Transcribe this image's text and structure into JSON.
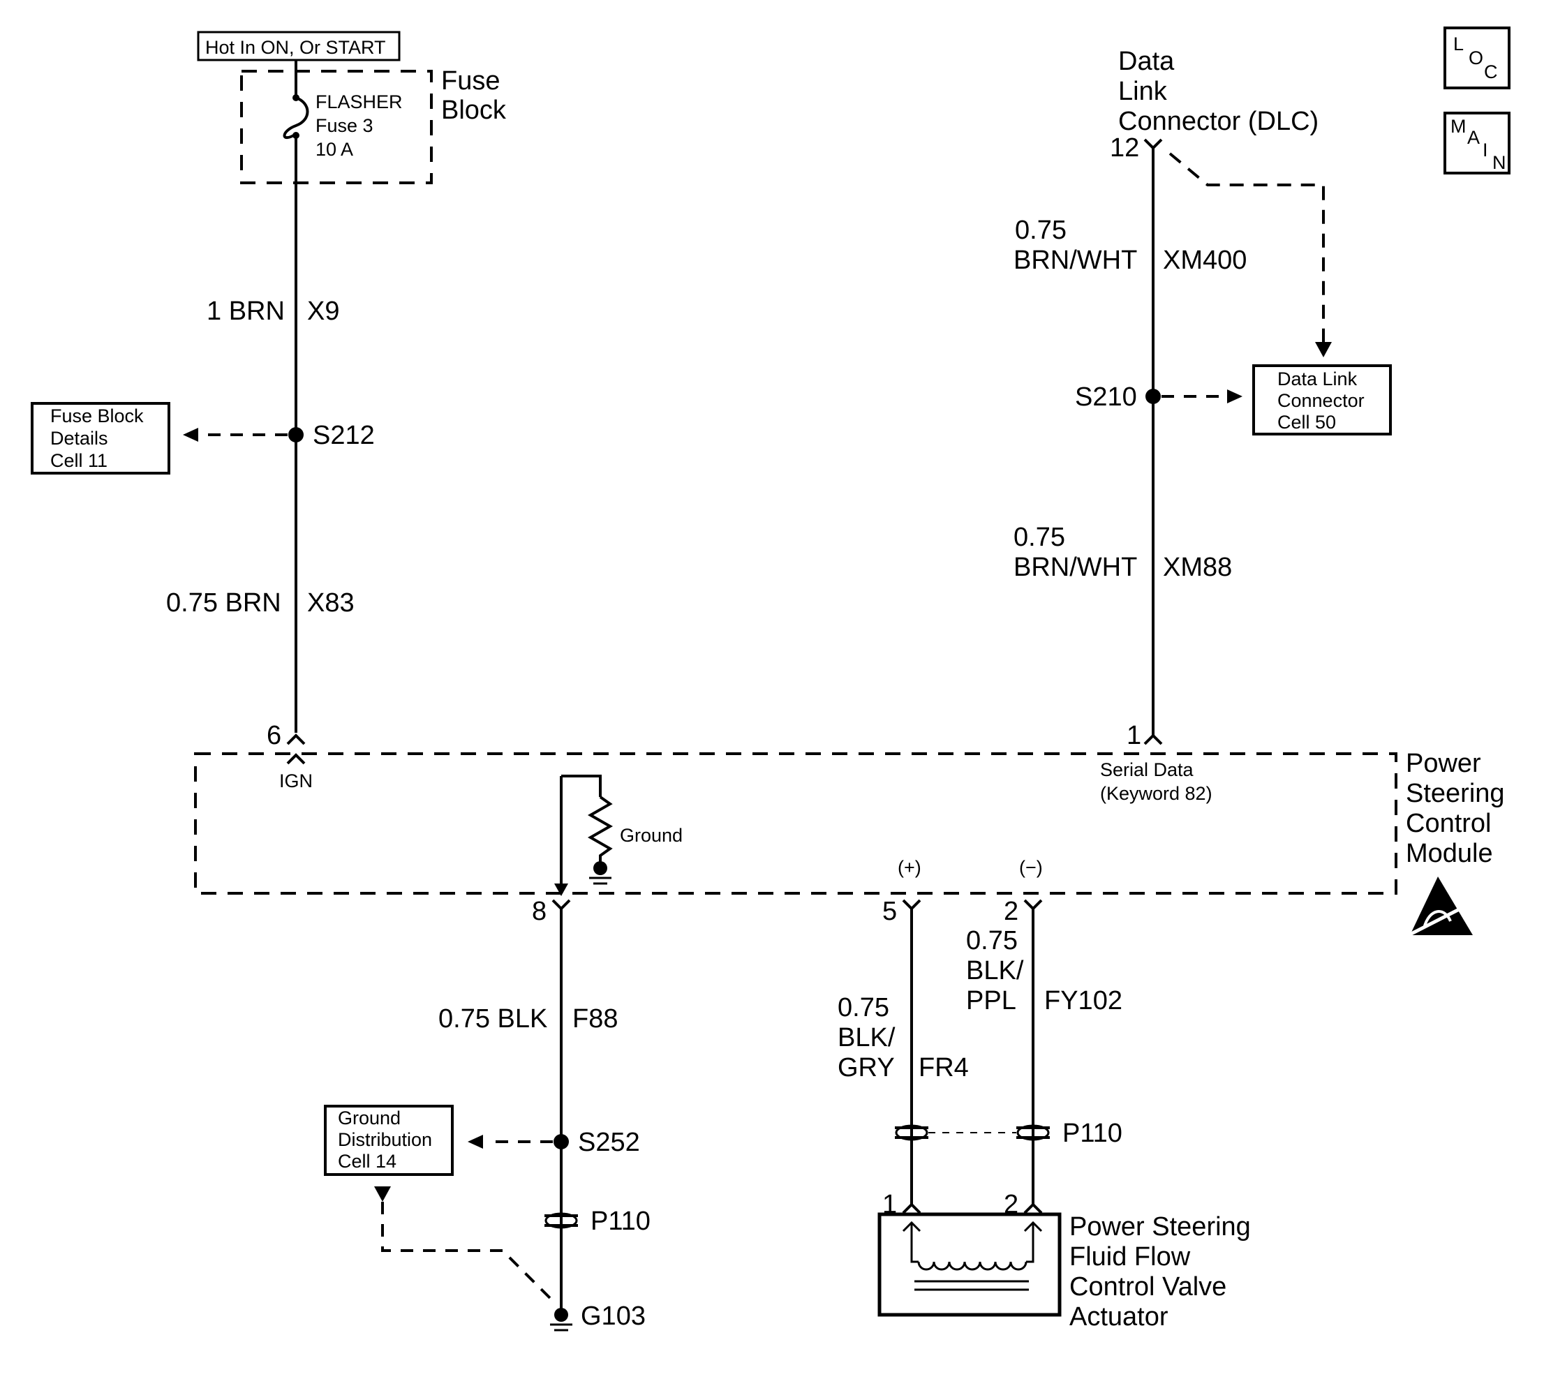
{
  "fuse": {
    "hot_label": "Hot In ON, Or START",
    "name": "FLASHER",
    "number": "Fuse 3",
    "rating": "10 A",
    "block_label": [
      "Fuse",
      "Block"
    ]
  },
  "wires": {
    "x9": {
      "spec": "1 BRN",
      "id": "X9"
    },
    "x83": {
      "spec": "0.75 BRN",
      "id": "X83"
    },
    "xm400": {
      "gauge": "0.75",
      "color": "BRN/WHT",
      "id": "XM400"
    },
    "xm88": {
      "gauge": "0.75",
      "color": "BRN/WHT",
      "id": "XM88"
    },
    "f88": {
      "spec": "0.75 BLK",
      "id": "F88"
    },
    "fr4": {
      "gauge": "0.75",
      "color1": "BLK/",
      "color2": "GRY",
      "id": "FR4"
    },
    "fy102": {
      "gauge": "0.75",
      "color1": "BLK/",
      "color2": "PPL",
      "id": "FY102"
    }
  },
  "splices": {
    "s212": "S212",
    "s210": "S210",
    "s252": "S252"
  },
  "connectors": {
    "p110": "P110",
    "g103": "G103"
  },
  "refs": {
    "fuse_block_details": [
      "Fuse Block",
      "Details",
      "Cell 11"
    ],
    "data_link_connector": [
      "Data Link",
      "Connector",
      "Cell 50"
    ],
    "ground_distribution": [
      "Ground",
      "Distribution",
      "Cell 14"
    ]
  },
  "dlc": {
    "label": [
      "Data",
      "Link",
      "Connector (DLC)"
    ],
    "pin": "12"
  },
  "module": {
    "label": [
      "Power",
      "Steering",
      "Control",
      "Module"
    ],
    "pins": {
      "ign": "6",
      "serial": "1",
      "ground": "8",
      "plus": "5",
      "minus": "2"
    },
    "ign_label": "IGN",
    "serial_label": [
      "Serial Data",
      "(Keyword 82)"
    ],
    "ground_label": "Ground",
    "plus_label": "(+)",
    "minus_label": "(−)"
  },
  "actuator": {
    "label": [
      "Power Steering",
      "Fluid Flow",
      "Control Valve",
      "Actuator"
    ],
    "pins": {
      "a": "1",
      "b": "2"
    }
  },
  "corner": {
    "loc": {
      "l": "L",
      "o": "O",
      "c": "C"
    },
    "main": {
      "m": "M",
      "a": "A",
      "i": "I",
      "n": "N"
    }
  }
}
